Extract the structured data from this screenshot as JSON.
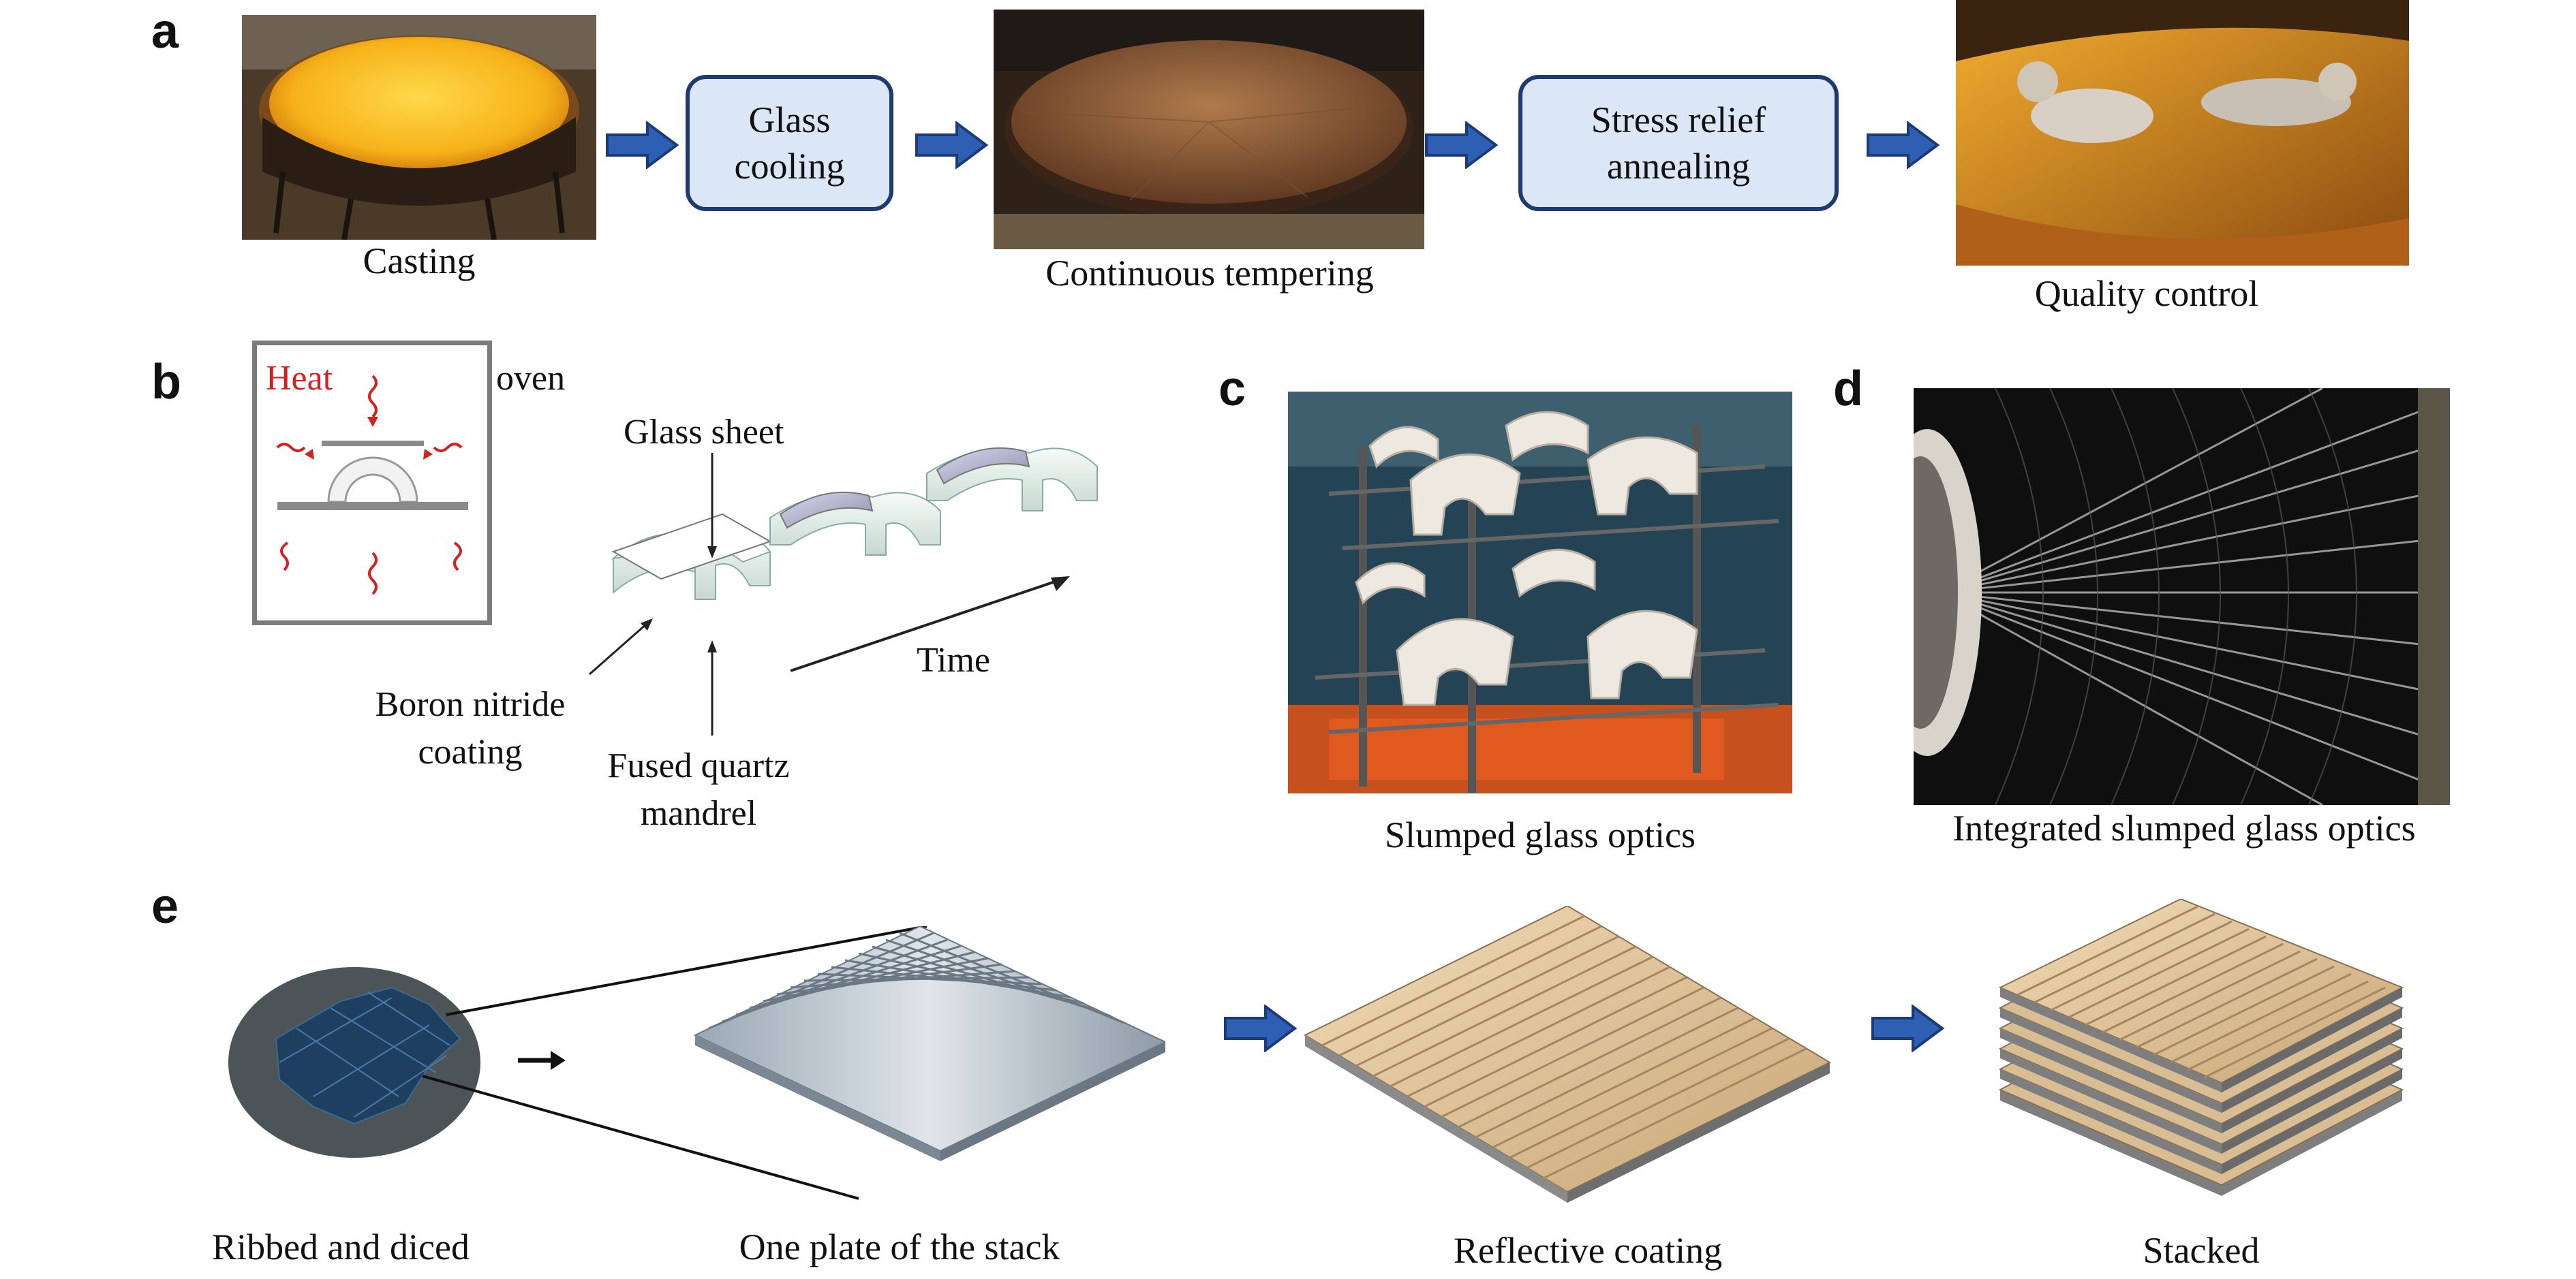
{
  "panels": {
    "a": {
      "letter": "a",
      "casting": "Casting",
      "glass_cooling": "Glass\ncooling",
      "continuous_tempering": "Continuous tempering",
      "stress_relief": "Stress relief\nannealing",
      "quality_control": "Quality control"
    },
    "b": {
      "letter": "b",
      "heat": "Heat",
      "oven": "oven",
      "glass_sheet": "Glass sheet",
      "boron_nitride": "Boron nitride\ncoating",
      "fused_quartz": "Fused quartz\nmandrel",
      "time": "Time"
    },
    "c": {
      "letter": "c",
      "caption": "Slumped glass optics"
    },
    "d": {
      "letter": "d",
      "caption": "Integrated slumped glass optics"
    },
    "e": {
      "letter": "e",
      "ribbed": "Ribbed and diced",
      "one_plate": "One plate of the stack",
      "reflective": "Reflective coating",
      "stacked": "Stacked"
    }
  },
  "colors": {
    "arrow_fill": "#2f5fb3",
    "arrow_stroke": "#1b3a7a",
    "box_fill": "#dbe6f7",
    "box_border": "#1f3a6f",
    "heat": "#d62020"
  }
}
